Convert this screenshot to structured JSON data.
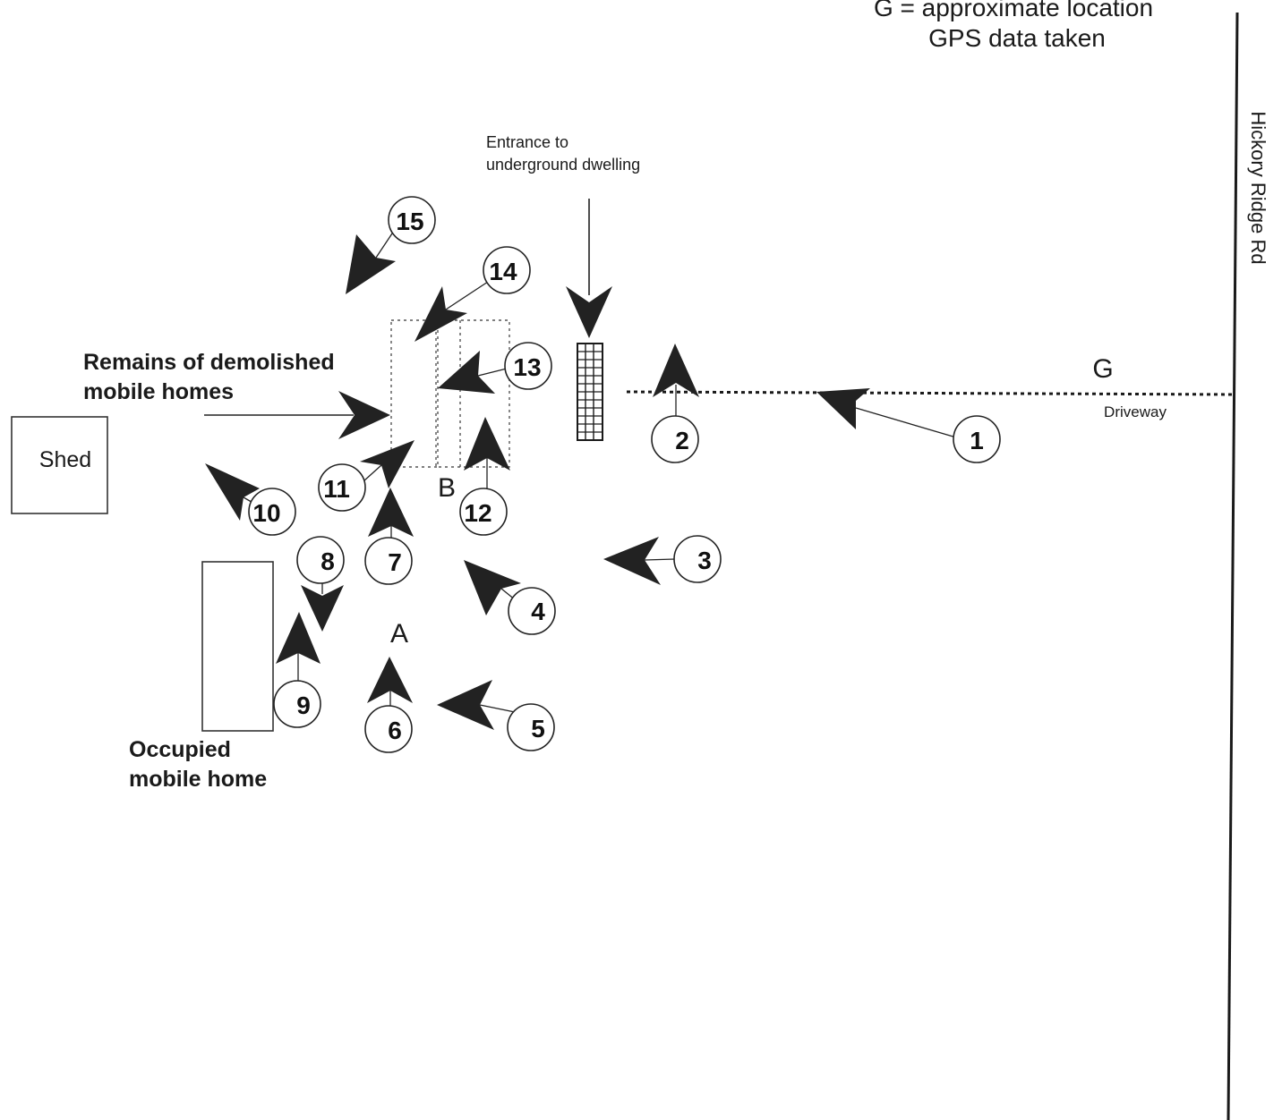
{
  "legend": {
    "line1": "G = approximate location",
    "line2": "GPS data taken"
  },
  "road": {
    "label": "Hickory Ridge Rd"
  },
  "driveway": {
    "label": "Driveway"
  },
  "gps_marker": {
    "label": "G"
  },
  "entrance": {
    "line1": "Entrance to",
    "line2": "underground dwelling"
  },
  "remains": {
    "line1": "Remains of demolished",
    "line2": "mobile homes"
  },
  "shed": {
    "label": "Shed"
  },
  "occupied": {
    "line1": "Occupied",
    "line2": "mobile home"
  },
  "points": {
    "a": "A",
    "b": "B"
  },
  "photo_points": [
    "1",
    "2",
    "3",
    "4",
    "5",
    "6",
    "7",
    "8",
    "9",
    "10",
    "11",
    "12",
    "13",
    "14",
    "15"
  ],
  "colors": {
    "ink": "#222222",
    "paper": "#ffffff"
  }
}
